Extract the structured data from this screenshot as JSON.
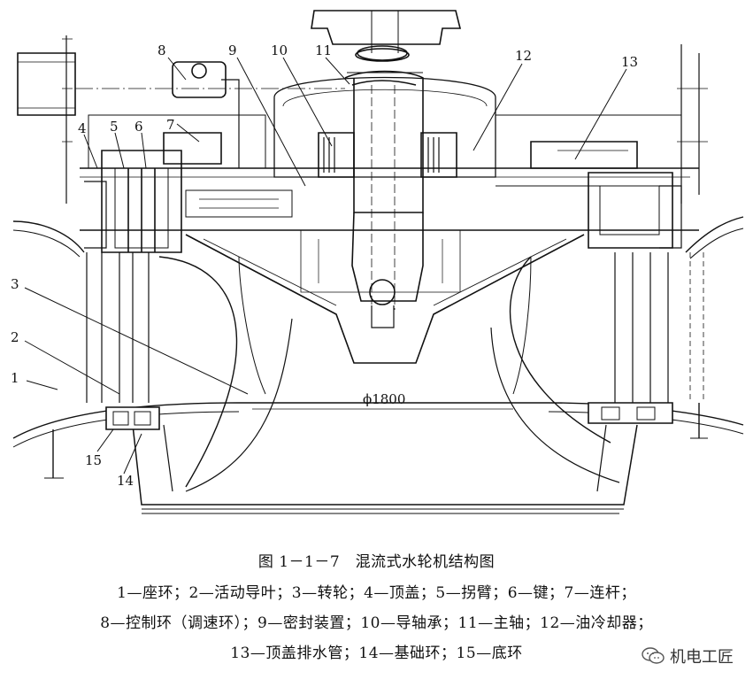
{
  "figure": {
    "callouts": [
      "1",
      "2",
      "3",
      "4",
      "5",
      "6",
      "7",
      "8",
      "9",
      "10",
      "11",
      "12",
      "13",
      "14",
      "15"
    ],
    "dimension": "ϕ1800",
    "title": "图 1－1－7　混流式水轮机结构图",
    "legend": [
      "1—座环；2—活动导叶；3—转轮；4—顶盖；5—拐臂；6—键；7—连杆；",
      "8—控制环（调速环）；9—密封装置；10—导轴承；11—主轴；12—油冷却器；",
      "13—顶盖排水管；14—基础环；15—底环"
    ]
  },
  "watermark": {
    "text": "机电工匠",
    "icon": "wechat-icon"
  }
}
